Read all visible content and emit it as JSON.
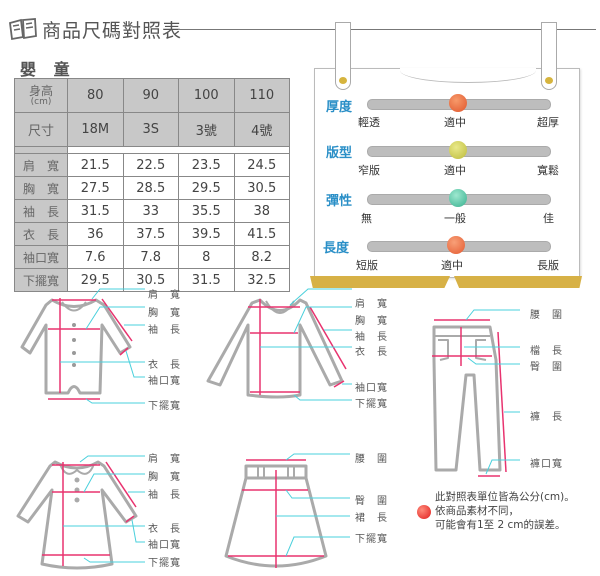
{
  "header": {
    "icon": "open-book-icon",
    "title": "商品尺碼對照表"
  },
  "section_title": "嬰 童",
  "size_table": {
    "header_rows": [
      {
        "label": "身高",
        "sub_label": "(cm)",
        "values": [
          "80",
          "90",
          "100",
          "110"
        ]
      },
      {
        "label": "尺寸",
        "values": [
          "18M",
          "3S",
          "3號",
          "4號"
        ]
      }
    ],
    "rows": [
      {
        "label": "肩　寬",
        "values": [
          "21.5",
          "22.5",
          "23.5",
          "24.5"
        ]
      },
      {
        "label": "胸　寬",
        "values": [
          "27.5",
          "28.5",
          "29.5",
          "30.5"
        ]
      },
      {
        "label": "袖　長",
        "values": [
          "31.5",
          "33",
          "35.5",
          "38"
        ]
      },
      {
        "label": "衣　長",
        "values": [
          "36",
          "37.5",
          "39.5",
          "41.5"
        ]
      },
      {
        "label": "袖口寬",
        "values": [
          "7.6",
          "7.8",
          "8",
          "8.2"
        ]
      },
      {
        "label": "下擺寬",
        "values": [
          "29.5",
          "30.5",
          "31.5",
          "32.5"
        ]
      }
    ]
  },
  "fabric_card": {
    "rows": [
      {
        "label": "厚度",
        "left": "輕透",
        "mid": "適中",
        "right": "超厚",
        "position": "middle",
        "knob_color": "#e8643a"
      },
      {
        "label": "版型",
        "left": "窄版",
        "mid": "適中",
        "right": "寬鬆",
        "position": "middle",
        "knob_color": "#c9c84a"
      },
      {
        "label": "彈性",
        "left": "無",
        "mid": "一般",
        "right": "佳",
        "position": "middle",
        "knob_color": "#4fc4a6"
      },
      {
        "label": "長度",
        "left": "短版",
        "mid": "適中",
        "right": "長版",
        "position": "middle",
        "knob_color": "#ec6b40"
      }
    ],
    "accent_color": "#d7b146",
    "label_color": "#2a8fc7"
  },
  "diagrams": {
    "romper": [
      "肩　寬",
      "胸　寬",
      "袖　長",
      "衣　長",
      "袖口寬",
      "下擺寬"
    ],
    "top": [
      "肩　寬",
      "胸　寬",
      "袖　長",
      "衣　長",
      "袖口寬",
      "下擺寬"
    ],
    "pants": [
      "腰　圍",
      "檔　長",
      "臀　圍",
      "褲　長",
      "褲口寬"
    ],
    "dress": [
      "肩　寬",
      "胸　寬",
      "袖　長",
      "衣　長",
      "袖口寬",
      "下擺寬"
    ],
    "skirt": [
      "腰　圍",
      "臀　圍",
      "裙　長",
      "下擺寬"
    ]
  },
  "note": {
    "icon": "red-dot-icon",
    "lines": [
      "此對照表單位皆為公分(cm)。",
      "依商品素材不同，",
      "可能會有1至 2 cm的誤差。"
    ]
  }
}
